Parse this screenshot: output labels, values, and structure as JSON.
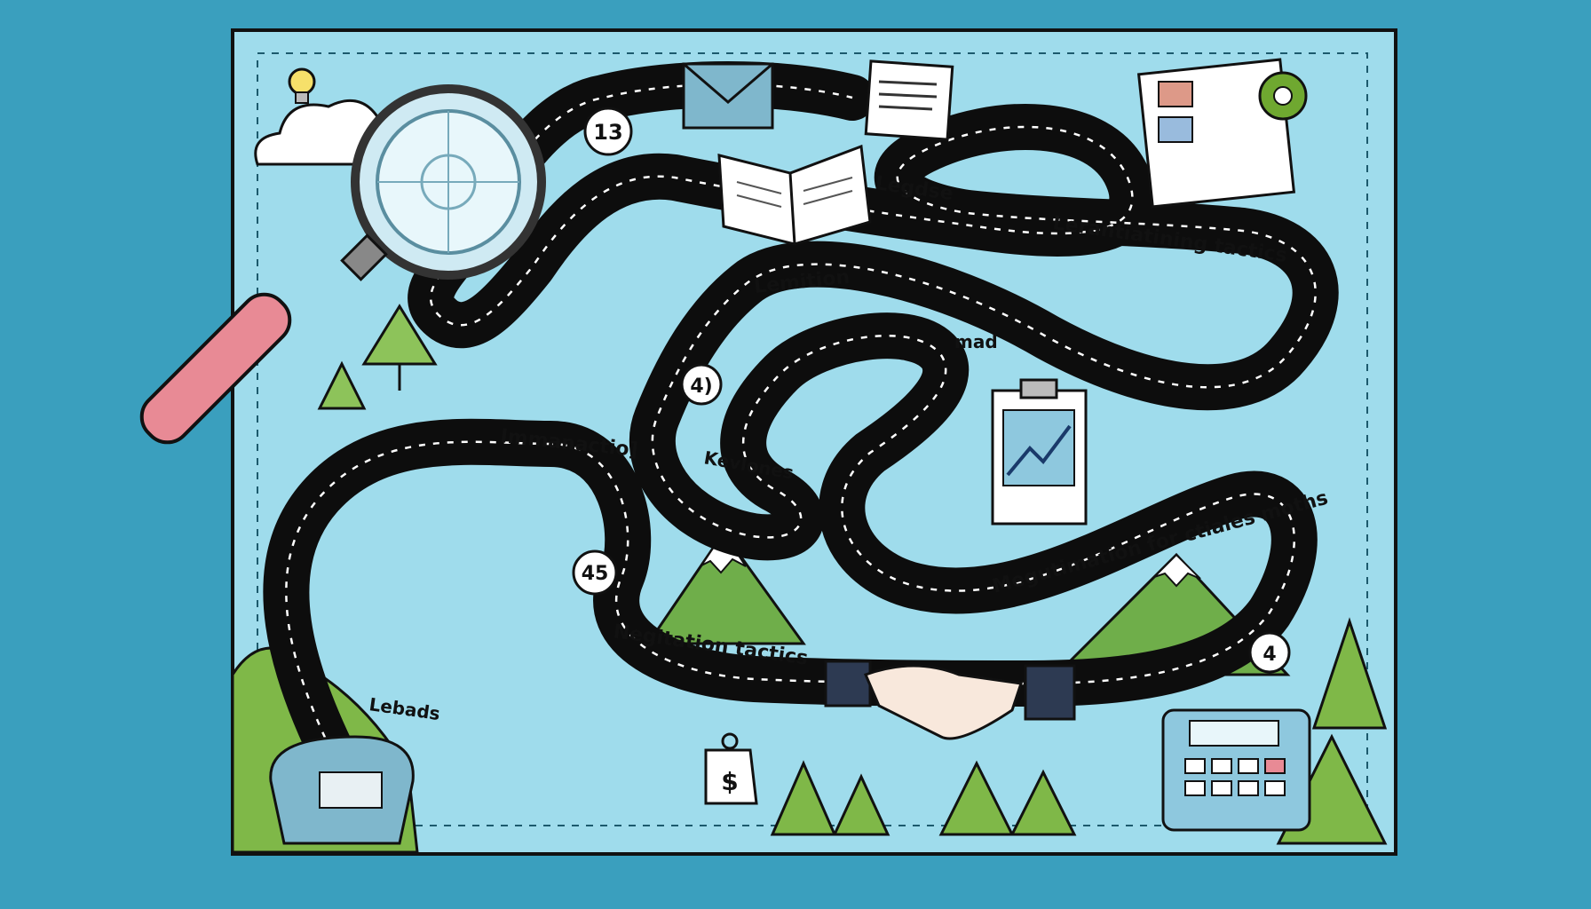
{
  "map": {
    "colors": {
      "background": "#3a9fbe",
      "paper": "#9fdcec",
      "road": "#0d0d0d",
      "road_dash": "#ffffff",
      "foliage": "#7fb848",
      "mountain": "#6fae4a",
      "handle": "#e88a95"
    },
    "road_labels": {
      "legdse": "Legdse",
      "leranti": "Lerantiatining tactics",
      "lemition": "Lemition",
      "mad": "mad",
      "immanactio": "Immanactio]",
      "kevlones": "Kevlones",
      "megutimation": "Megutimation for ctiales moths",
      "negitation": "Negitation tactics",
      "lebads": "Lebads"
    },
    "stop_numbers": {
      "n13": "13",
      "n4a": "4)",
      "n45": "45",
      "n4b": "4"
    },
    "icons": {
      "magnifier": "magnifying-glass-icon",
      "envelope": "envelope-icon",
      "document": "document-icon",
      "book": "open-book-icon",
      "brochure": "brochure-icon",
      "handshake": "handshake-icon",
      "telephone": "telephone-icon",
      "calculator": "calculator-icon",
      "clipboard": "clipboard-chart-icon",
      "money_tag": "price-tag-icon",
      "lightbulb": "lightbulb-icon"
    },
    "tag_symbol": "$"
  }
}
